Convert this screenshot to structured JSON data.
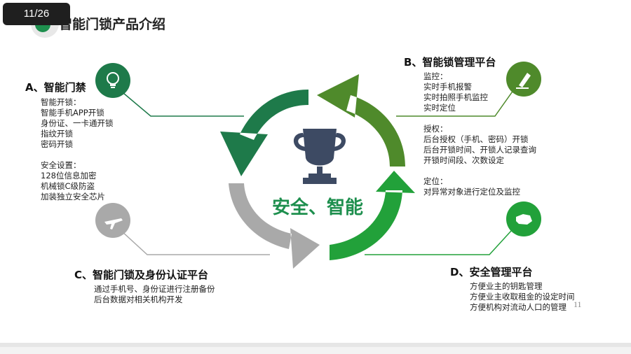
{
  "pager": {
    "label": "11/26"
  },
  "title": "智能门锁产品介绍",
  "center": {
    "label": "安全、智能"
  },
  "slide_number": "11",
  "sections": {
    "a": {
      "heading": "A、智能门禁",
      "icon": "lightbulb-icon",
      "lines": [
        "智能开锁：",
        "智能手机APP开锁",
        "身份证、一卡通开锁",
        "指纹开锁",
        "密码开锁",
        "",
        "安全设置：",
        "128位信息加密",
        "机械锁C级防盗",
        "加装独立安全芯片"
      ]
    },
    "b": {
      "heading": "B、智能锁管理平台",
      "icon": "pen-icon",
      "lines": [
        "监控：",
        "实时手机报警",
        "实时拍照手机监控",
        "实时定位",
        "",
        "授权：",
        "后台授权（手机、密码）开锁",
        "后台开锁时间、开锁人记录查询",
        "开锁时间段、次数设定",
        "",
        "定位：",
        "对异常对象进行定位及监控"
      ]
    },
    "c": {
      "heading": "C、智能门锁及身份认证平台",
      "icon": "airplane-icon",
      "lines": [
        "通过手机号、身份证进行注册备份",
        "后台数据对相关机构开发"
      ]
    },
    "d": {
      "heading": "D、安全管理平台",
      "icon": "handshake-icon",
      "lines": [
        "方便业主的钥匙管理",
        "方便业主收取租金的设定时间",
        "方便机构对流动人口的管理"
      ]
    }
  },
  "colors": {
    "dark_green": "#1e7a4a",
    "olive_green": "#4f8a2b",
    "bright_green": "#22a13a",
    "gray": "#a9a9a9",
    "trophy": "#3d4a63"
  }
}
